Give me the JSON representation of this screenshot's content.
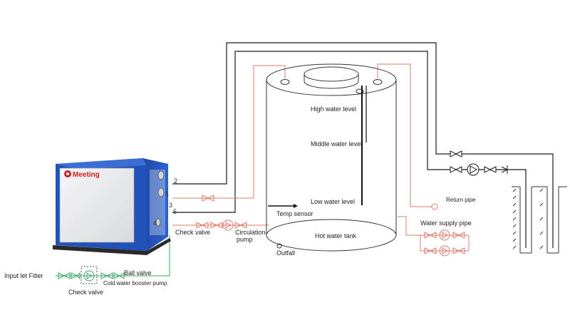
{
  "unit": {
    "brand": "Meeting",
    "port_numbers": [
      "2",
      "1",
      "3",
      "5",
      "4"
    ]
  },
  "tank": {
    "levels": {
      "high": "High water level",
      "middle": "Middle water level",
      "low": "Low water level"
    },
    "temp_sensor": "Temp sensor",
    "name": "Hot water tank",
    "outfall": "Outfall"
  },
  "labels": {
    "check_valve_right": "Check valve",
    "circulation_pump": [
      "Circulation",
      "pump"
    ],
    "return_pipe": "Return pipe",
    "water_supply_pipe": "Water supply pipe",
    "input_inlet_filter": "Input let Filter",
    "ball_valve": "Ball valve",
    "cold_water_booster_pump": "Cold water booster pump",
    "check_valve_left": "Check valve"
  },
  "colors": {
    "hot_pipe": "#e07a6e",
    "cold_pipe": "#1a1a1a",
    "feed_pipe": "#3aa56a",
    "unit_blue": "#2152b8"
  }
}
